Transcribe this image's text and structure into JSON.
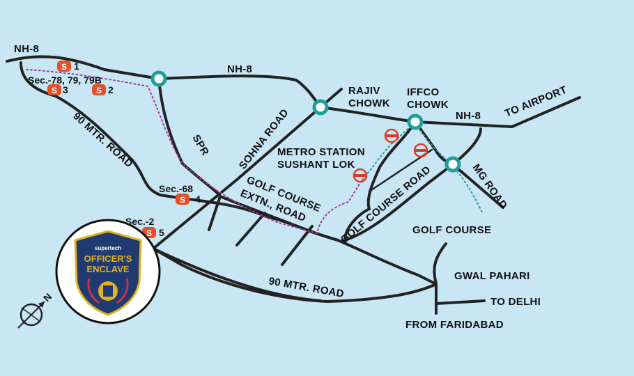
{
  "colors": {
    "background": "#c9e6f5",
    "road": "#222222",
    "roundabout": "#1f9e9a",
    "metro_route": "#2a9a9a",
    "highlight_route": "#a6379b",
    "metro_icon": "#e03a2a",
    "badge_navy": "#1f3b72",
    "badge_gold": "#e0b21e"
  },
  "road_labels": {
    "nh8_west": "NH-8",
    "nh8_mid": "NH-8",
    "nh8_east": "NH-8",
    "to_airport": "TO AIRPORT",
    "rajiv_1": "RAJIV",
    "rajiv_2": "CHOWK",
    "iffco_1": "IFFCO",
    "iffco_2": "CHOWK",
    "sohna": "SOHNA ROAD",
    "spr": "SPR",
    "mtr90_upper": "90 MTR. ROAD",
    "mtr90_lower": "90 MTR. ROAD",
    "gcext_1": "GOLF COURSE",
    "gcext_2": "EXTN., ROAD",
    "golf_course_road": "GOLF COURSE ROAD",
    "mg_road": "MG ROAD",
    "metro_1": "METRO STATION",
    "metro_2": "SUSHANT LOK",
    "golf_course": "GOLF COURSE",
    "gwal_pahari": "GWAL PAHARI",
    "to_delhi": "TO DELHI",
    "from_faridabad": "FROM FARIDABAD"
  },
  "sectors": {
    "sec78": "Sec.-78, 79, 79B",
    "sec68": "Sec.-68",
    "sec2": "Sec.-2"
  },
  "markers": [
    "1",
    "2",
    "3",
    "4",
    "5"
  ],
  "badge": {
    "brand": "supertech",
    "title_1": "OFFICER'S",
    "title_2": "ENCLAVE"
  },
  "compass": {
    "letter": "N",
    "icon": "compass-icon"
  }
}
